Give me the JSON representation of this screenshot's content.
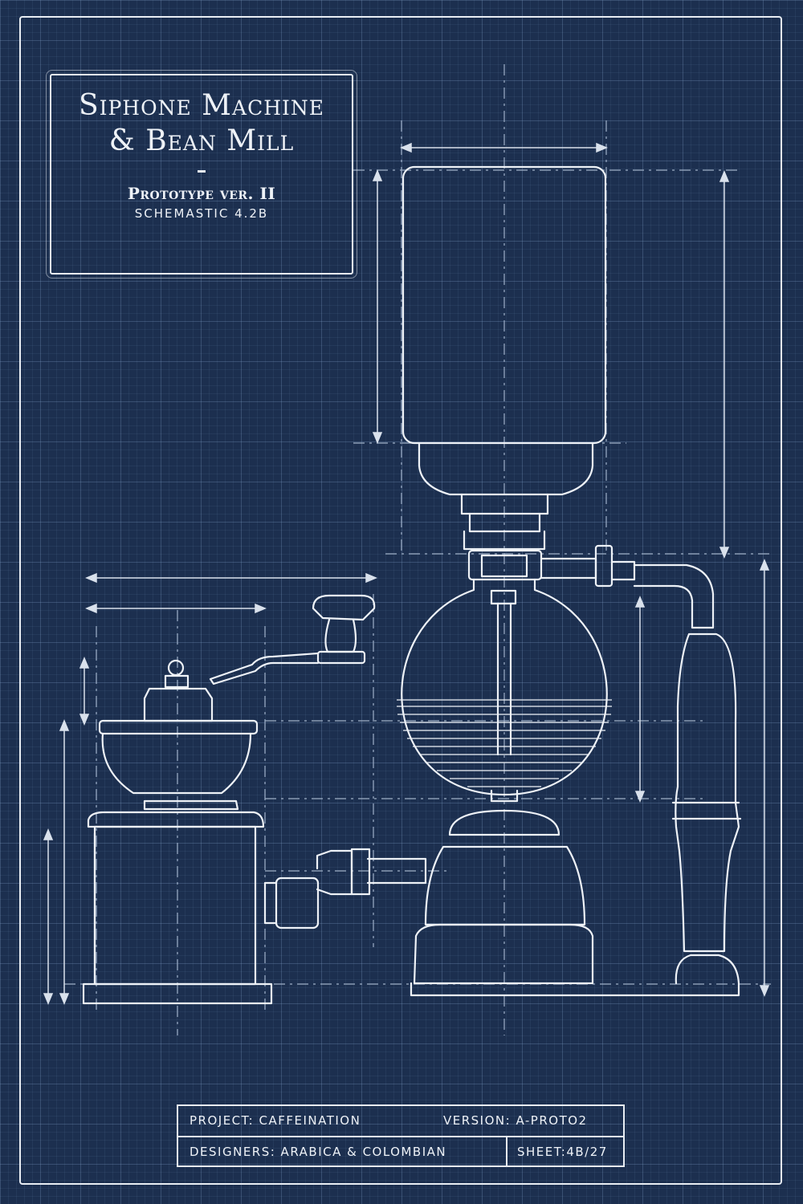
{
  "title": {
    "line1": "Siphone Machine",
    "line2": "& Bean Mill",
    "subtitle": "Prototype ver. II",
    "schematic": "SCHEMASTIC 4.2B"
  },
  "info_table": {
    "project": "PROJECT: CAFFEINATION",
    "version": "VERSION: A-PROTO2",
    "designers": "DESIGNERS: ARABICA & COLOMBIAN",
    "sheet": "SHEET:4B/27"
  },
  "colors": {
    "background": "#1c2f4f",
    "line": "#e8edf3",
    "dimension": "#b8c4d4"
  }
}
